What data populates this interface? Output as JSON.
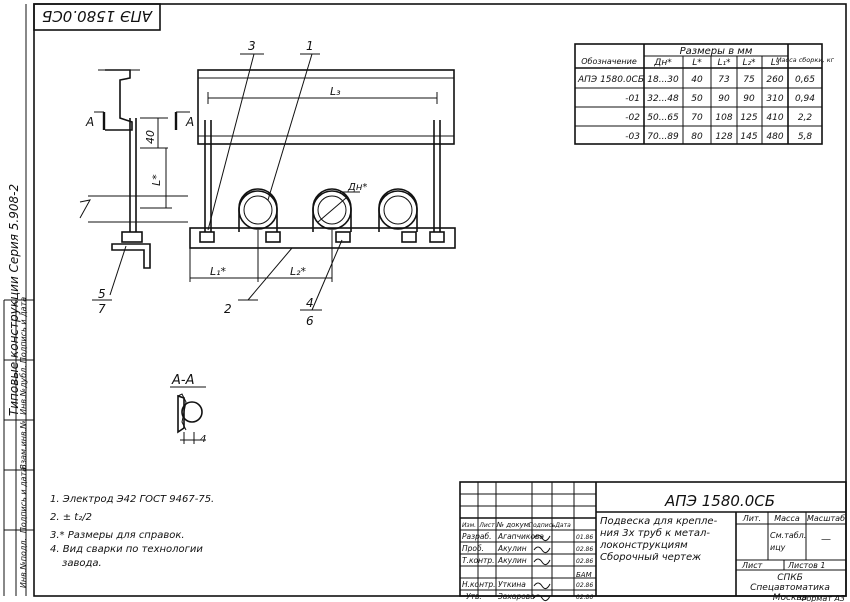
{
  "stamp_code": "АПЭ 1580.0СБ",
  "side_title": "Типовые конструкции  Серия 5.908-2",
  "side_columns": [
    "Инв.№подл.",
    "Подпись и дата",
    "Взам.инв.№",
    "Инв.№дубл.",
    "Подпись и дата"
  ],
  "drawing": {
    "leader_labels": [
      "3",
      "1",
      "2",
      "4",
      "6",
      "5",
      "7"
    ],
    "section_markers": {
      "left": "А",
      "right": "А"
    },
    "dim_L3": "L₃",
    "dim_40": "40",
    "dim_L_star": "L*",
    "dim_L1": "L₁*",
    "dim_L2": "L₂*",
    "dim_Dn": "Дн*",
    "section_view_title": "А-А",
    "section_weld": "4"
  },
  "sizes_table": {
    "header_group": "Размеры в мм",
    "col_designation": "Обозначение",
    "col_mass": "Масса сборки, кг",
    "columns": [
      "Дн*",
      "L*",
      "L₁*",
      "L₂*",
      "L₃"
    ],
    "rows": [
      {
        "designation": "АПЭ 1580.0СБ",
        "dn": "18...30",
        "l": "40",
        "l1": "73",
        "l2": "75",
        "l3": "260",
        "mass": "0,65"
      },
      {
        "designation": "-01",
        "dn": "32...48",
        "l": "50",
        "l1": "90",
        "l2": "90",
        "l3": "310",
        "mass": "0,94"
      },
      {
        "designation": "-02",
        "dn": "50...65",
        "l": "70",
        "l1": "108",
        "l2": "125",
        "l3": "410",
        "mass": "2,2"
      },
      {
        "designation": "-03",
        "dn": "70...89",
        "l": "80",
        "l1": "128",
        "l2": "145",
        "l3": "480",
        "mass": "5,8"
      }
    ]
  },
  "notes": [
    "1. Электрод Э42 ГОСТ 9467-75.",
    "2. ± t₂/2",
    "3.* Размеры для справок.",
    "4. Вид сварки по технологии",
    "завода."
  ],
  "title_block": {
    "code": "АПЭ 1580.0СБ",
    "name_lines": [
      "Подвеска для крепле-",
      "ния 3х труб к метал-",
      "локонструкциям",
      "Сборочный чертеж"
    ],
    "header_cols": [
      "Изм.",
      "Лист",
      "№ докум.",
      "Подпись",
      "Дата"
    ],
    "roles": [
      "Разраб.",
      "Проб.",
      "Т.контр.",
      "",
      "Н.контр.",
      "Утв."
    ],
    "people": [
      "Агапчикова",
      "Акулин",
      "Акулин",
      "",
      "Уткина",
      "Захарова"
    ],
    "dates": [
      "01.86",
      "02.86",
      "02.86",
      "",
      "02.86",
      "02.86"
    ],
    "lit_label": "Лит.",
    "mass_label": "Масса",
    "scale_label": "Масштаб",
    "mass_value": "См.табл.",
    "mass_value2": "ицу",
    "scale_value": "—",
    "sheet_label": "Лист",
    "sheets_label": "Листов 1",
    "org_lines": [
      "СПКБ",
      "Спецавтоматика",
      "Москва"
    ],
    "bam": "БАМ",
    "format": "Формат А3"
  }
}
